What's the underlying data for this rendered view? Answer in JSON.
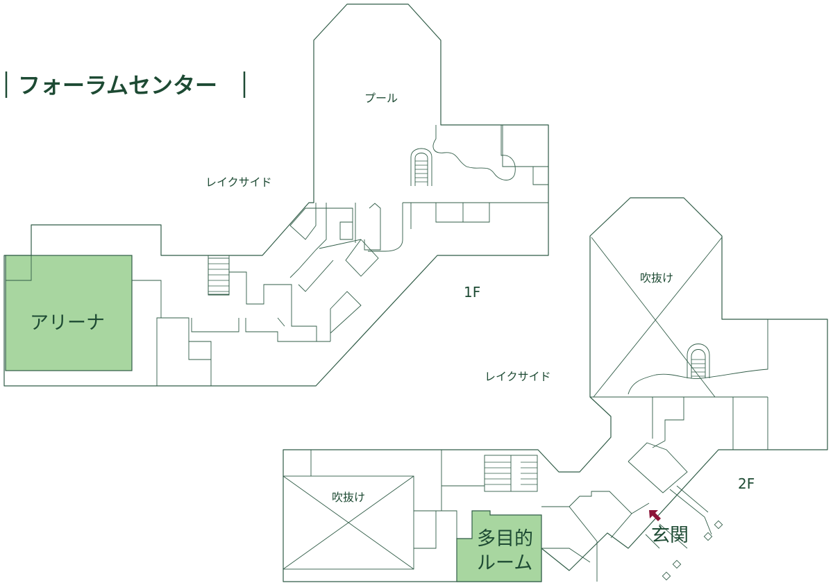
{
  "title": "フォーラムセンター",
  "floors": {
    "first": "1F",
    "second": "2F"
  },
  "rooms": {
    "pool": "プール",
    "arena": "アリーナ",
    "lakeside_1": "レイクサイド",
    "lakeside_2": "レイクサイド",
    "atrium_upper": "吹抜け",
    "atrium_lower": "吹抜け",
    "multipurpose_line1": "多目的",
    "multipurpose_line2": "ルーム",
    "entrance": "玄関"
  },
  "colors": {
    "wall": "#2f5b46",
    "highlight": "#a8d6a0",
    "text": "#1d4a33",
    "entrance_arrow": "#8b1538"
  },
  "icons": {
    "entrance_marker": "arrow-up-left-icon"
  }
}
